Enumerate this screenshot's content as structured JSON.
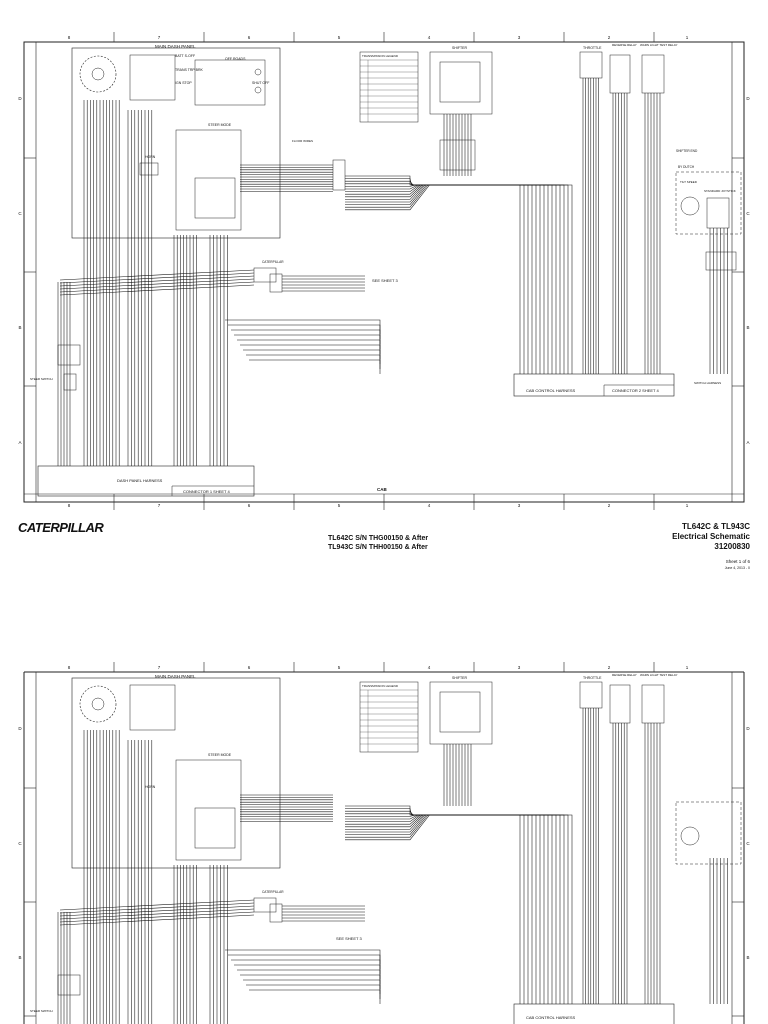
{
  "grid_columns": [
    "8",
    "7",
    "6",
    "5",
    "4",
    "3",
    "2",
    "1"
  ],
  "grid_rows": [
    "D",
    "C",
    "B",
    "A"
  ],
  "sheet1": {
    "panels": {
      "main_dash": "MAIN DASH PANEL",
      "shifter": "SHIFTER",
      "throttle": "THROTTLE",
      "reverse_relay": "REVERSE RELAY",
      "warn_light_relay": "WARN LIGHT TEST RELAY",
      "steer_mode": "STEER MODE",
      "horn": "HORN",
      "trans_legend": "TRANSMISSION LEGEND",
      "floor_wires": "FLOOR WIRES",
      "caterpillar_conn": "CATERPILLAR",
      "see_sheet3": "SEE SHEET 3",
      "steer_switch": "STEER SWITCH",
      "tilt_speed": "TILT SPEED",
      "standard_joystick": "STANDARD JOYSTICK",
      "dash_panel_harness": "DASH PANEL HARNESS",
      "connector1": "CONNECTOR 1 SHEET 4",
      "cab": "CAB",
      "cab_control_harness": "CAB CONTROL HARNESS",
      "connector2": "CONNECTOR 2 SHEET 4",
      "wire_labels": [
        "BATT S-OFF",
        "TRANS TRP BRK",
        "IGN STOP",
        "OFF ROADS",
        "SHUT OFF",
        "SHIFTER END",
        "BY DUTCH",
        "SWITCH HARNESS"
      ]
    },
    "footer": {
      "logo": "CATERPILLAR",
      "model_line1": "TL642C S/N THG00150 & After",
      "model_line2": "TL943C S/N THH00150 & After",
      "title_line1": "TL642C & TL943C",
      "title_line2": "Electrical Schematic",
      "part_number": "31200830",
      "sheet": "Sheet 1 of 6",
      "date": "June 4, 2013 - 0"
    }
  },
  "sheet2": {
    "panels": {
      "main_dash": "MAIN DASH PANEL",
      "shifter": "SHIFTER",
      "throttle": "THROTTLE",
      "reverse_relay": "REVERSE RELAY",
      "warn_light_relay": "WARN LIGHT TEST RELAY",
      "steer_mode": "STEER MODE",
      "horn": "HORN",
      "trans_legend": "TRANSMISSION LEGEND",
      "caterpillar_conn": "CATERPILLAR",
      "see_sheet3": "SEE SHEET 3",
      "steer_switch": "STEER SWITCH",
      "cab_control_harness": "CAB CONTROL HARNESS"
    }
  }
}
